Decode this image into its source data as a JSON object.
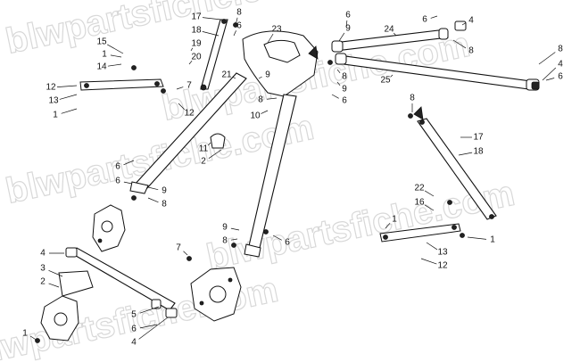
{
  "watermark": {
    "text_1": "blwpartsfiche.com",
    "text_2": "blwpartsfiche.com",
    "text_3": "blwpartsfiche.com",
    "text_4": "blwpartsfiche.com",
    "text_5": "blwpartsfiche.com"
  },
  "callouts": [
    {
      "n": "17"
    },
    {
      "n": "18"
    },
    {
      "n": "8"
    },
    {
      "n": "6"
    },
    {
      "n": "23"
    },
    {
      "n": "6"
    },
    {
      "n": "9"
    },
    {
      "n": "6"
    },
    {
      "n": "4"
    },
    {
      "n": "24"
    },
    {
      "n": "8"
    },
    {
      "n": "15"
    },
    {
      "n": "19"
    },
    {
      "n": "1"
    },
    {
      "n": "20"
    },
    {
      "n": "14"
    },
    {
      "n": "9"
    },
    {
      "n": "8"
    },
    {
      "n": "12"
    },
    {
      "n": "7"
    },
    {
      "n": "21"
    },
    {
      "n": "9"
    },
    {
      "n": "8"
    },
    {
      "n": "13"
    },
    {
      "n": "6"
    },
    {
      "n": "25"
    },
    {
      "n": "4"
    },
    {
      "n": "1"
    },
    {
      "n": "12"
    },
    {
      "n": "8"
    },
    {
      "n": "10"
    },
    {
      "n": "6"
    },
    {
      "n": "6"
    },
    {
      "n": "8"
    },
    {
      "n": "17"
    },
    {
      "n": "11"
    },
    {
      "n": "18"
    },
    {
      "n": "2"
    },
    {
      "n": "6"
    },
    {
      "n": "9"
    },
    {
      "n": "8"
    },
    {
      "n": "22"
    },
    {
      "n": "16"
    },
    {
      "n": "1"
    },
    {
      "n": "9"
    },
    {
      "n": "8"
    },
    {
      "n": "6"
    },
    {
      "n": "1"
    },
    {
      "n": "7"
    },
    {
      "n": "13"
    },
    {
      "n": "4"
    },
    {
      "n": "12"
    },
    {
      "n": "3"
    },
    {
      "n": "2"
    },
    {
      "n": "5"
    },
    {
      "n": "6"
    },
    {
      "n": "4"
    },
    {
      "n": "1"
    }
  ]
}
